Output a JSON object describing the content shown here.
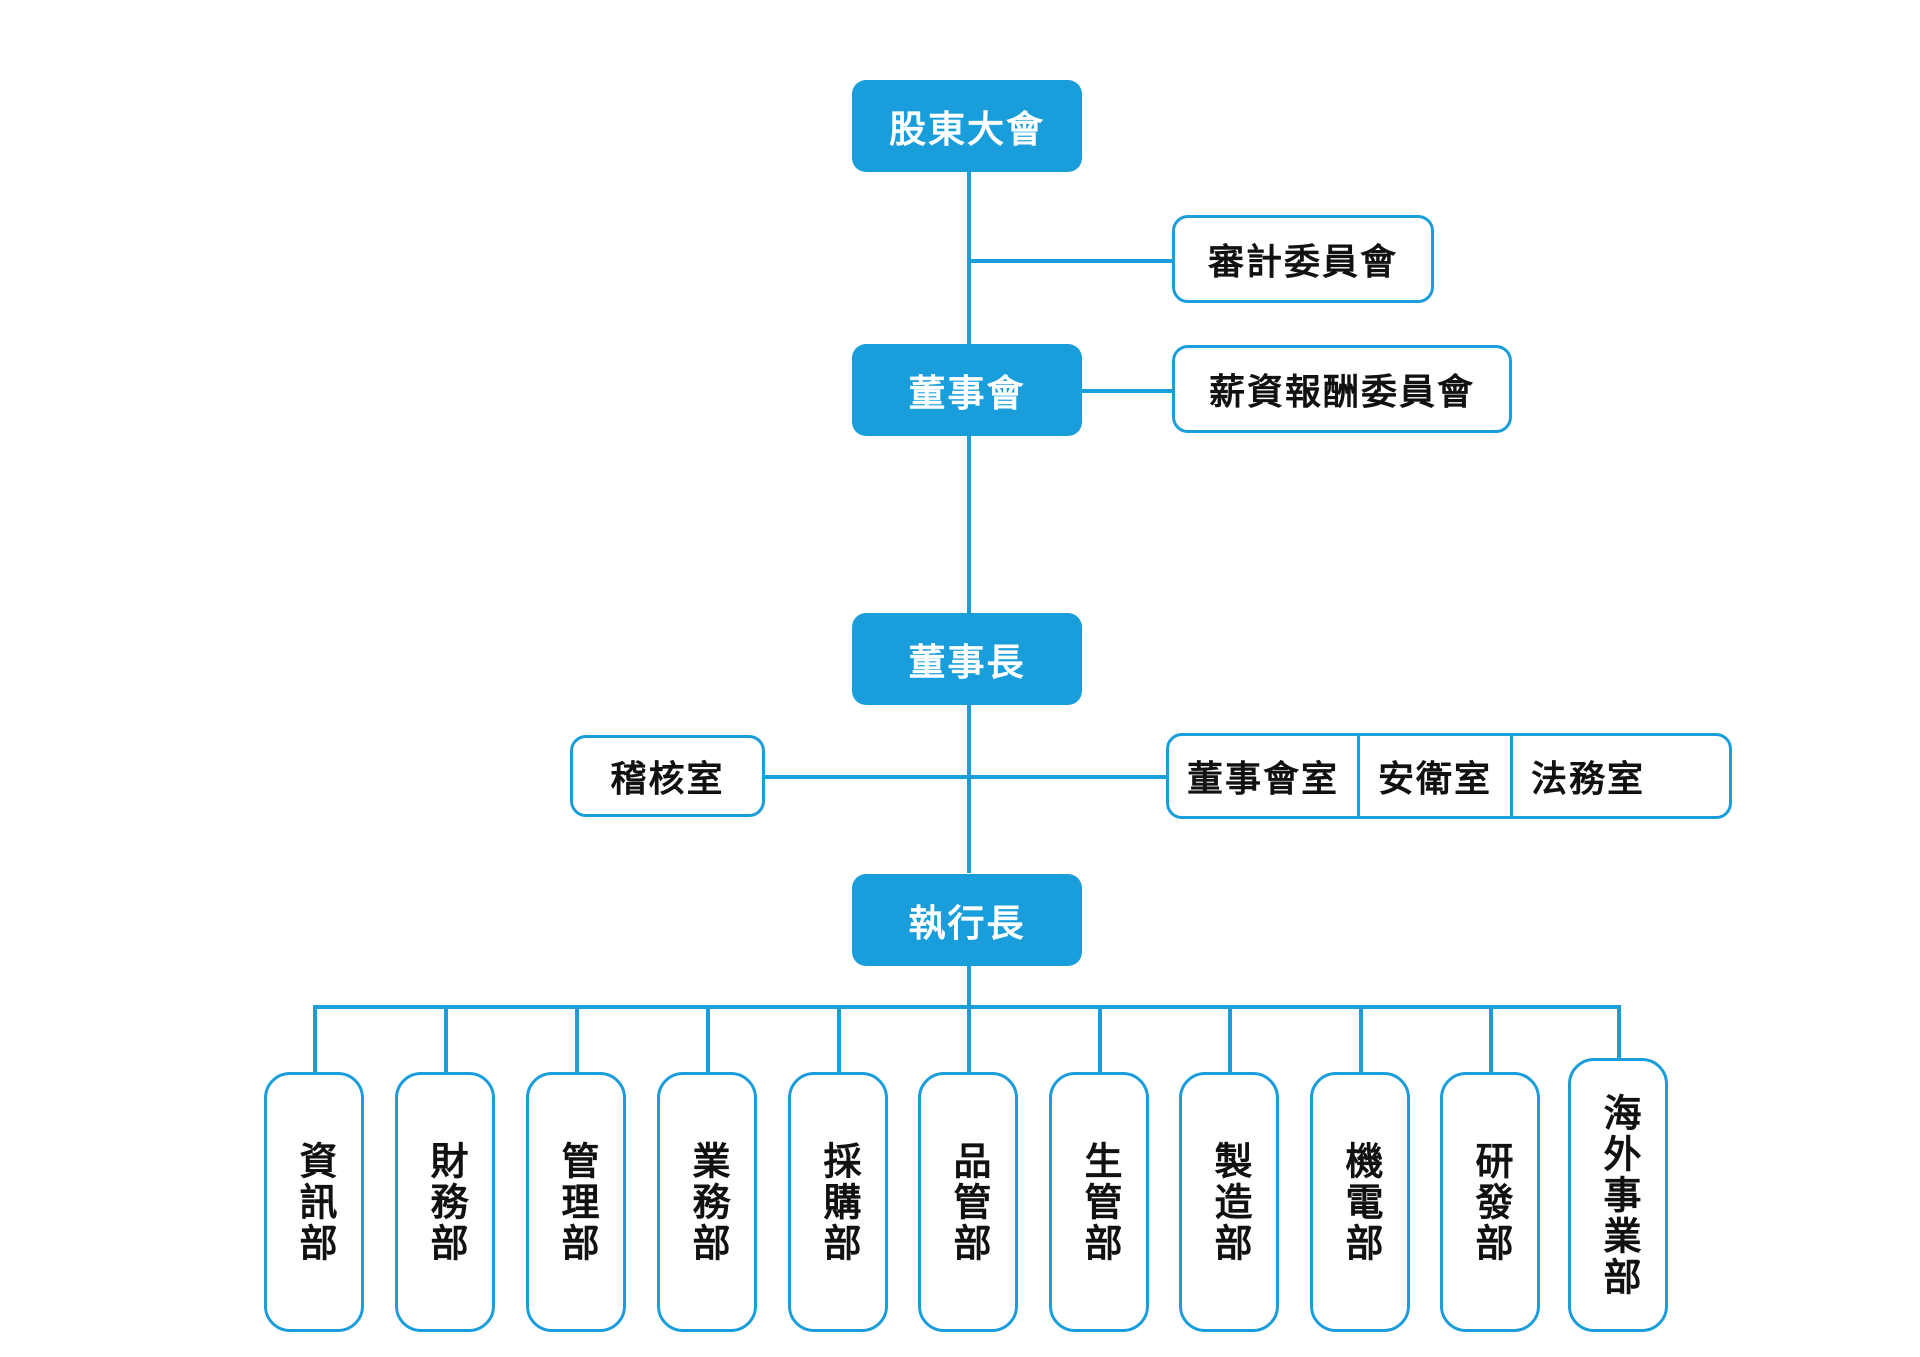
{
  "chart": {
    "type": "org-chart",
    "title": "",
    "accent_color": "#1a9edb",
    "node_text_color_primary": "#ffffff",
    "node_text_color_outline": "#111111",
    "background": "#ffffff"
  },
  "nodes": {
    "shareholders_meeting": "股東大會",
    "board_of_directors": "董事會",
    "chairman": "董事長",
    "ceo": "執行長"
  },
  "committees": [
    {
      "label": "審計委員會"
    },
    {
      "label": "薪資報酬委員會"
    }
  ],
  "chairman_staff": {
    "left": {
      "label": "稽核室"
    },
    "right_group": [
      {
        "label": "董事會室"
      },
      {
        "label": "安衛室"
      },
      {
        "label": "法務室"
      }
    ]
  },
  "departments": [
    {
      "label": "資訊部"
    },
    {
      "label": "財務部"
    },
    {
      "label": "管理部"
    },
    {
      "label": "業務部"
    },
    {
      "label": "採購部"
    },
    {
      "label": "品管部"
    },
    {
      "label": "生管部"
    },
    {
      "label": "製造部"
    },
    {
      "label": "機電部"
    },
    {
      "label": "研發部"
    },
    {
      "label": "海外事業部"
    }
  ],
  "hierarchy": {
    "root": "股東大會",
    "edges": [
      {
        "from": "股東大會",
        "to": "董事會"
      },
      {
        "from": "股東大會",
        "to": "審計委員會"
      },
      {
        "from": "董事會",
        "to": "薪資報酬委員會"
      },
      {
        "from": "董事會",
        "to": "董事長"
      },
      {
        "from": "董事長",
        "to": "稽核室"
      },
      {
        "from": "董事長",
        "to": "董事會室"
      },
      {
        "from": "董事長",
        "to": "安衛室"
      },
      {
        "from": "董事長",
        "to": "法務室"
      },
      {
        "from": "董事長",
        "to": "執行長"
      },
      {
        "from": "執行長",
        "to": "資訊部"
      },
      {
        "from": "執行長",
        "to": "財務部"
      },
      {
        "from": "執行長",
        "to": "管理部"
      },
      {
        "from": "執行長",
        "to": "業務部"
      },
      {
        "from": "執行長",
        "to": "採購部"
      },
      {
        "from": "執行長",
        "to": "品管部"
      },
      {
        "from": "執行長",
        "to": "生管部"
      },
      {
        "from": "執行長",
        "to": "製造部"
      },
      {
        "from": "執行長",
        "to": "機電部"
      },
      {
        "from": "執行長",
        "to": "研發部"
      },
      {
        "from": "執行長",
        "to": "海外事業部"
      }
    ]
  }
}
